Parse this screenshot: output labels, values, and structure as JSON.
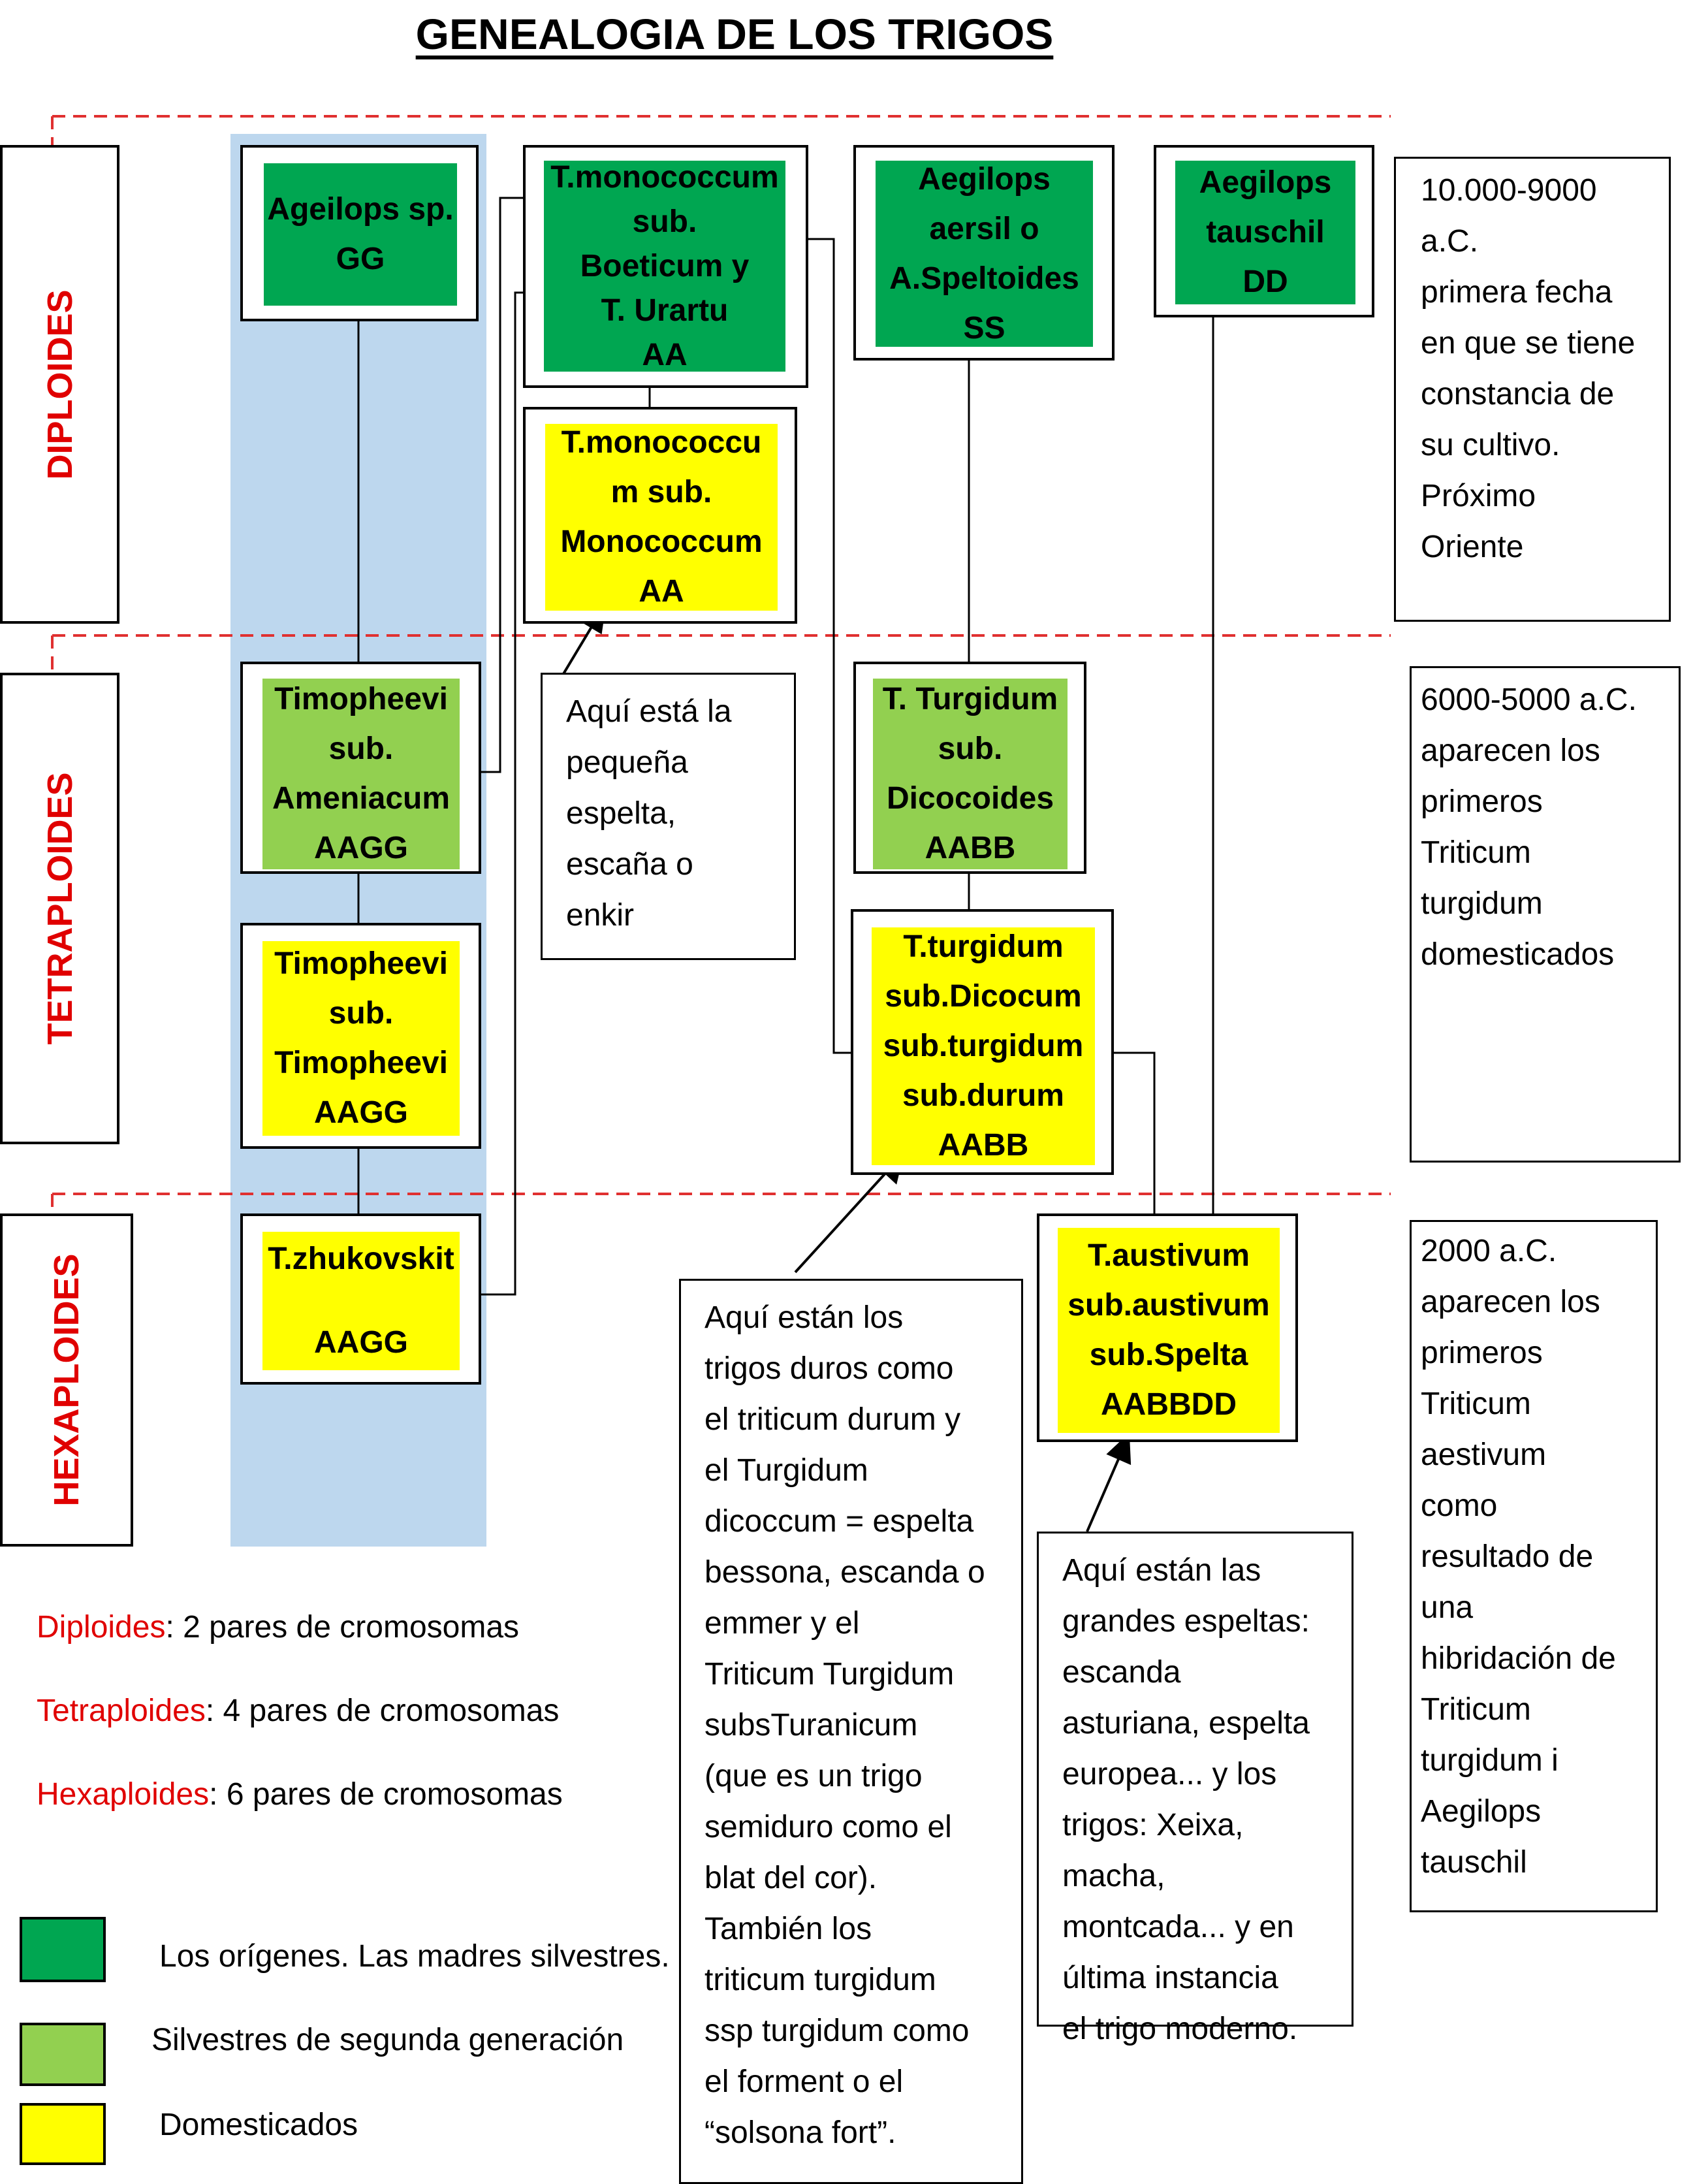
{
  "title": "GENEALOGIA DE LOS TRIGOS",
  "levels": {
    "diploid": "DIPLOIDES",
    "tetraploid": "TETRAPLOIDES",
    "hexaploid": "HEXAPLOIDES"
  },
  "nodes": {
    "ageilops": "Ageilops sp.\nGG",
    "monococcum_boeticum": "T.monococcum\nsub.\nBoeticum   y\nT. Urartu\nAA",
    "aegilops_aersil": "Aegilops\naersil o\nA.Speltoides\nSS",
    "aegilops_tauschil": "Aegilops\ntauschil\nDD",
    "monococcum_monococcum": "T.monococcu\nm sub.\nMonococcum\nAA",
    "timopheevi_ameniacum": "Timopheevi\nsub.\nAmeniacum\nAAGG",
    "timopheevi_timopheevi": "Timopheevi\nsub.\nTimopheevi\nAAGG",
    "zhukovskit": "T.zhukovskit\n\nAAGG",
    "turgidum_dicocoides": "T. Turgidum\nsub.\nDicocoides\nAABB",
    "turgidum_dicocum": "T.turgidum\nsub.Dicocum\nsub.turgidum\nsub.durum\nAABB",
    "austivum": "T.austivum\nsub.austivum\nsub.Spelta\nAABBDD"
  },
  "notes": {
    "pequena_espelta": "Aquí está la\npequeña\nespelta,\nescaña o\nenkir",
    "trigos_duros": "Aquí están los\ntrigos duros como\nel triticum durum y\nel Turgidum\ndicoccum = espelta\nbessona, escanda o\nemmer y el\nTriticum Turgidum\nsubsTuranicum\n(que es un trigo\nsemiduro como el\nblat del cor).\nTambién los\ntriticum turgidum\nssp turgidum como\nel forment o el\n“solsona fort”.",
    "grandes_espeltas": "Aquí están las\ngrandes espeltas:\nescanda\nasturiana, espelta\neuropea... y los\ntrigos: Xeixa,\nmacha,\nmontcada...  y en\núltima instancia\nel  trigo moderno."
  },
  "timeline": {
    "diploid": "10.000-9000 a.C.\nprimera fecha\nen que se tiene\nconstancia de\nsu cultivo.\nPróximo\nOriente",
    "tetraploid": "6000-5000 a.C.\naparecen los\nprimeros\nTriticum\nturgidum\ndomesticados",
    "hexaploid": "  2000 a.C.\naparecen los\nprimeros\nTriticum\naestivum\ncomo\nresultado de\nuna\nhibridación de\nTriticum\nturgidum i\nAegilops\ntauschil"
  },
  "ploidy_legend": [
    {
      "term": "Diploides",
      "desc": ": 2 pares de cromosomas"
    },
    {
      "term": "Tetraploides",
      "desc": ": 4 pares de cromosomas"
    },
    {
      "term": "Hexaploides",
      "desc": ": 6 pares de cromosomas"
    }
  ],
  "color_legend": [
    {
      "label": "Los orígenes. Las madres silvestres.",
      "color": "#00a651"
    },
    {
      "label": "Silvestres de segunda generación",
      "color": "#92d050"
    },
    {
      "label": "Domesticados",
      "color": "#ffff00"
    }
  ],
  "colors": {
    "wild_origin": "#00a651",
    "wild_second": "#92d050",
    "domesticated": "#ffff00",
    "label_red": "#e00000",
    "column_shade": "#bdd7ee"
  }
}
